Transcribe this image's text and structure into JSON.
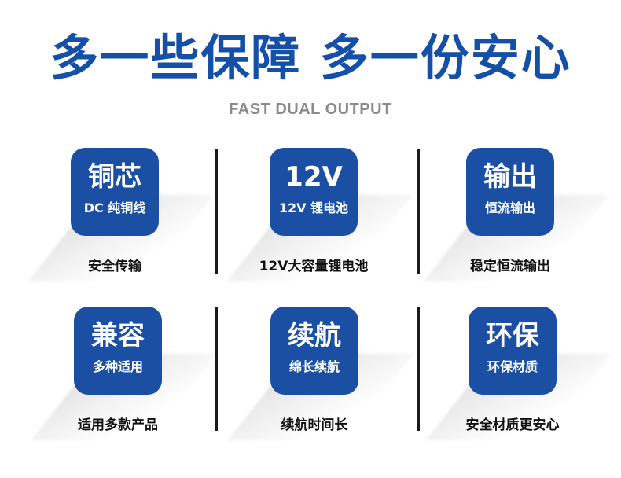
{
  "header": {
    "title": "多一些保障 多一份安心",
    "subtitle": "FAST DUAL OUTPUT"
  },
  "features": [
    {
      "badge_main": "铜芯",
      "badge_sub": "DC 纯铜线",
      "caption": "安全传输"
    },
    {
      "badge_main": "12V",
      "badge_sub": "12V 锂电池",
      "caption": "12V大容量锂电池"
    },
    {
      "badge_main": "输出",
      "badge_sub": "恒流输出",
      "caption": "稳定恒流输出"
    },
    {
      "badge_main": "兼容",
      "badge_sub": "多种适用",
      "caption": "适用多款产品"
    },
    {
      "badge_main": "续航",
      "badge_sub": "绵长续航",
      "caption": "续航时间长"
    },
    {
      "badge_main": "环保",
      "badge_sub": "环保材质",
      "caption": "安全材质更安心"
    }
  ],
  "colors": {
    "title": "#1550a8",
    "badge": "#1a4fa3",
    "subtitle": "#8a8a8a"
  }
}
